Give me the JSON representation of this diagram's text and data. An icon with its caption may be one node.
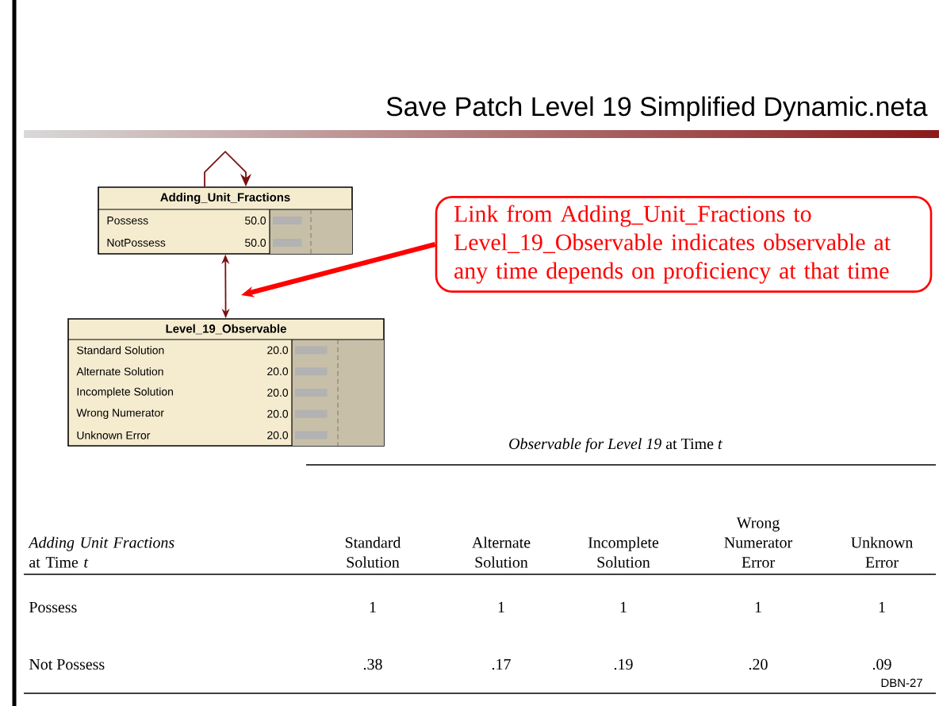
{
  "diagram": {
    "title": "Save Patch Level 19 Simplified Dynamic.neta",
    "nodes": [
      {
        "text": [
          "Adding_Unit_Fractions",
          "Possess",
          "50.0",
          "NotPossess",
          "50.0"
        ]
      },
      {
        "text": [
          "Level_19_Observable",
          "Standard Solution",
          "20.0",
          "Alternate Solution",
          "20.0",
          "Incomplete Solution",
          "20.0",
          "Wrong Numerator",
          "20.0",
          "Unknown Error",
          "20.0"
        ]
      },
      {
        "text": [
          "Link from Adding_Unit_Fractions to Level_19_Observable indicates observable at any time depends on proficiency at that time"
        ]
      }
    ],
    "edges": [
      {
        "from": 0,
        "to": 0,
        "arrow": "to"
      },
      {
        "from": 0,
        "to": 1,
        "arrow": "both"
      },
      {
        "from": 2,
        "to": null,
        "arrow": "to",
        "style": "thick",
        "color": "#ff0000"
      }
    ],
    "labels": [
      "*Observable for Level 19* at Time *t*",
      "*Adding Unit Fractions* at Time *t*",
      "Standard Solution",
      "Alternate Solution",
      "Incomplete Solution",
      "Wrong Numerator Error",
      "Unknown Error",
      "Possess",
      "1",
      "1",
      "1",
      "1",
      "1",
      "Not Possess",
      ".38",
      ".17",
      ".19",
      ".20",
      ".09",
      "DBN-27"
    ]
  }
}
